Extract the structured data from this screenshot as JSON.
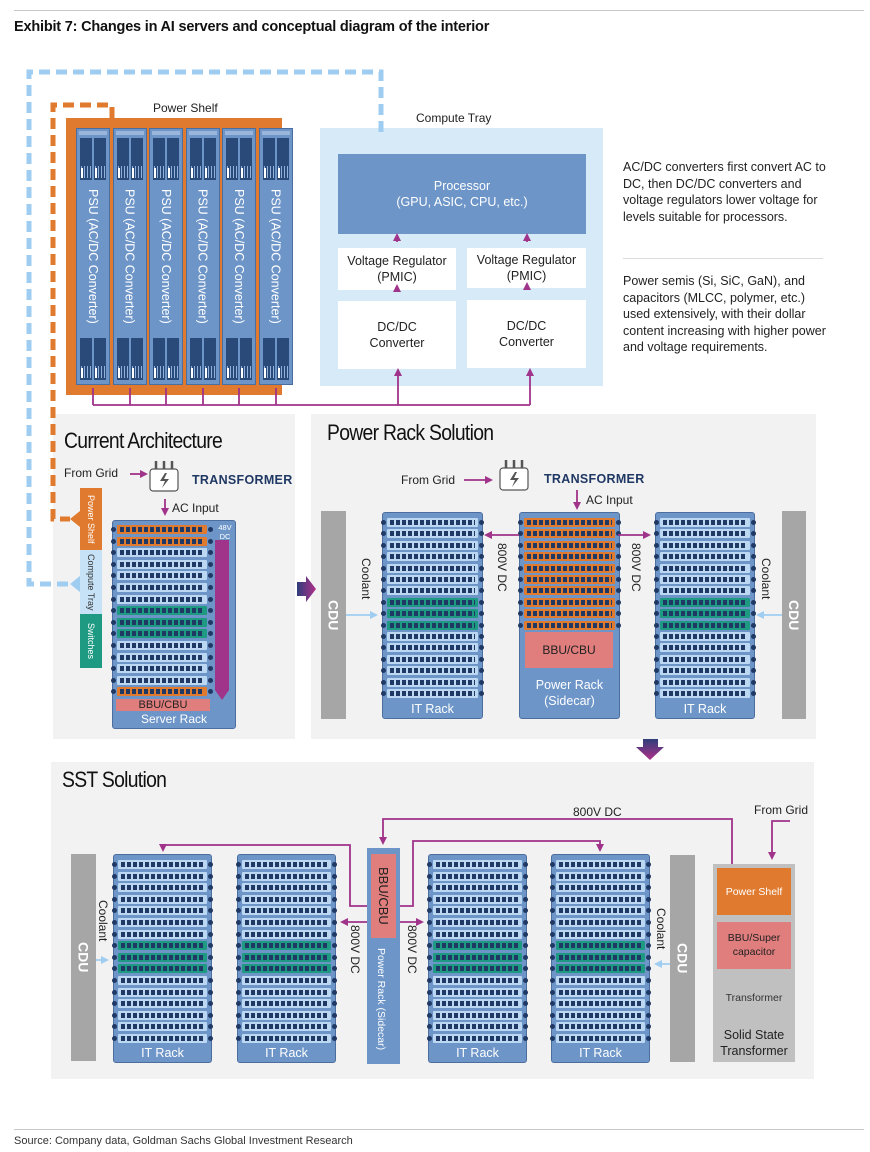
{
  "exhibit": {
    "title": "Exhibit 7: Changes in AI servers and conceptual diagram of the interior",
    "source": "Source: Company data, Goldman Sachs Global Investment Research"
  },
  "top": {
    "power_shelf_label": "Power Shelf",
    "psu_label": "PSU (AC/DC Converter)",
    "psu_count": 6,
    "compute_tray_label": "Compute Tray",
    "processor_line1": "Processor",
    "processor_line2": "(GPU, ASIC, CPU, etc.)",
    "vr_line1": "Voltage Regulator",
    "vr_line2": "(PMIC)",
    "dcdc_line1": "DC/DC",
    "dcdc_line2": "Converter",
    "note1": "AC/DC converters first convert AC to DC, then DC/DC converters and voltage regulators lower voltage for levels suitable for processors.",
    "note2": "Power semis (Si, SiC, GaN), and capacitors (MLCC, polymer, etc.) used extensively, with their dollar content increasing with higher power and voltage requirements."
  },
  "current": {
    "title": "Current Architecture",
    "from_grid": "From Grid",
    "transformer": "TRANSFORMER",
    "ac_input": "AC Input",
    "legend_power_shelf": "Power Shelf",
    "legend_compute_tray": "Compute Tray",
    "legend_switches": "Switches",
    "dc_48v": "48V DC",
    "bbu": "BBU/CBU",
    "server_rack": "Server Rack"
  },
  "power_rack": {
    "title": "Power Rack Solution",
    "from_grid": "From Grid",
    "transformer": "TRANSFORMER",
    "ac_input": "AC Input",
    "cdu": "CDU",
    "coolant": "Coolant",
    "dc_800v": "800V DC",
    "it_rack": "IT Rack",
    "bbu": "BBU/CBU",
    "power_rack_line1": "Power Rack",
    "power_rack_line2": "(Sidecar)"
  },
  "sst": {
    "title": "SST Solution",
    "dc_800v": "800V DC",
    "from_grid": "From Grid",
    "cdu": "CDU",
    "coolant": "Coolant",
    "it_rack": "IT Rack",
    "bbu": "BBU/CBU",
    "power_rack_sidecar": "Power Rack (Sidecar)",
    "power_shelf": "Power Shelf",
    "bbu_super_line1": "BBU/Super",
    "bbu_super_line2": "capacitor",
    "transformer": "Transformer",
    "sst_line1": "Solid State",
    "sst_line2": "Transformer"
  },
  "colors": {
    "orange": "#e07a2e",
    "light_blue": "#d6eaf8",
    "rack_blue": "#6d95c8",
    "navy": "#1f3864",
    "magenta": "#a0338a",
    "green": "#1f9a82",
    "salmon": "#e07d7d",
    "gray": "#a6a6a6"
  }
}
